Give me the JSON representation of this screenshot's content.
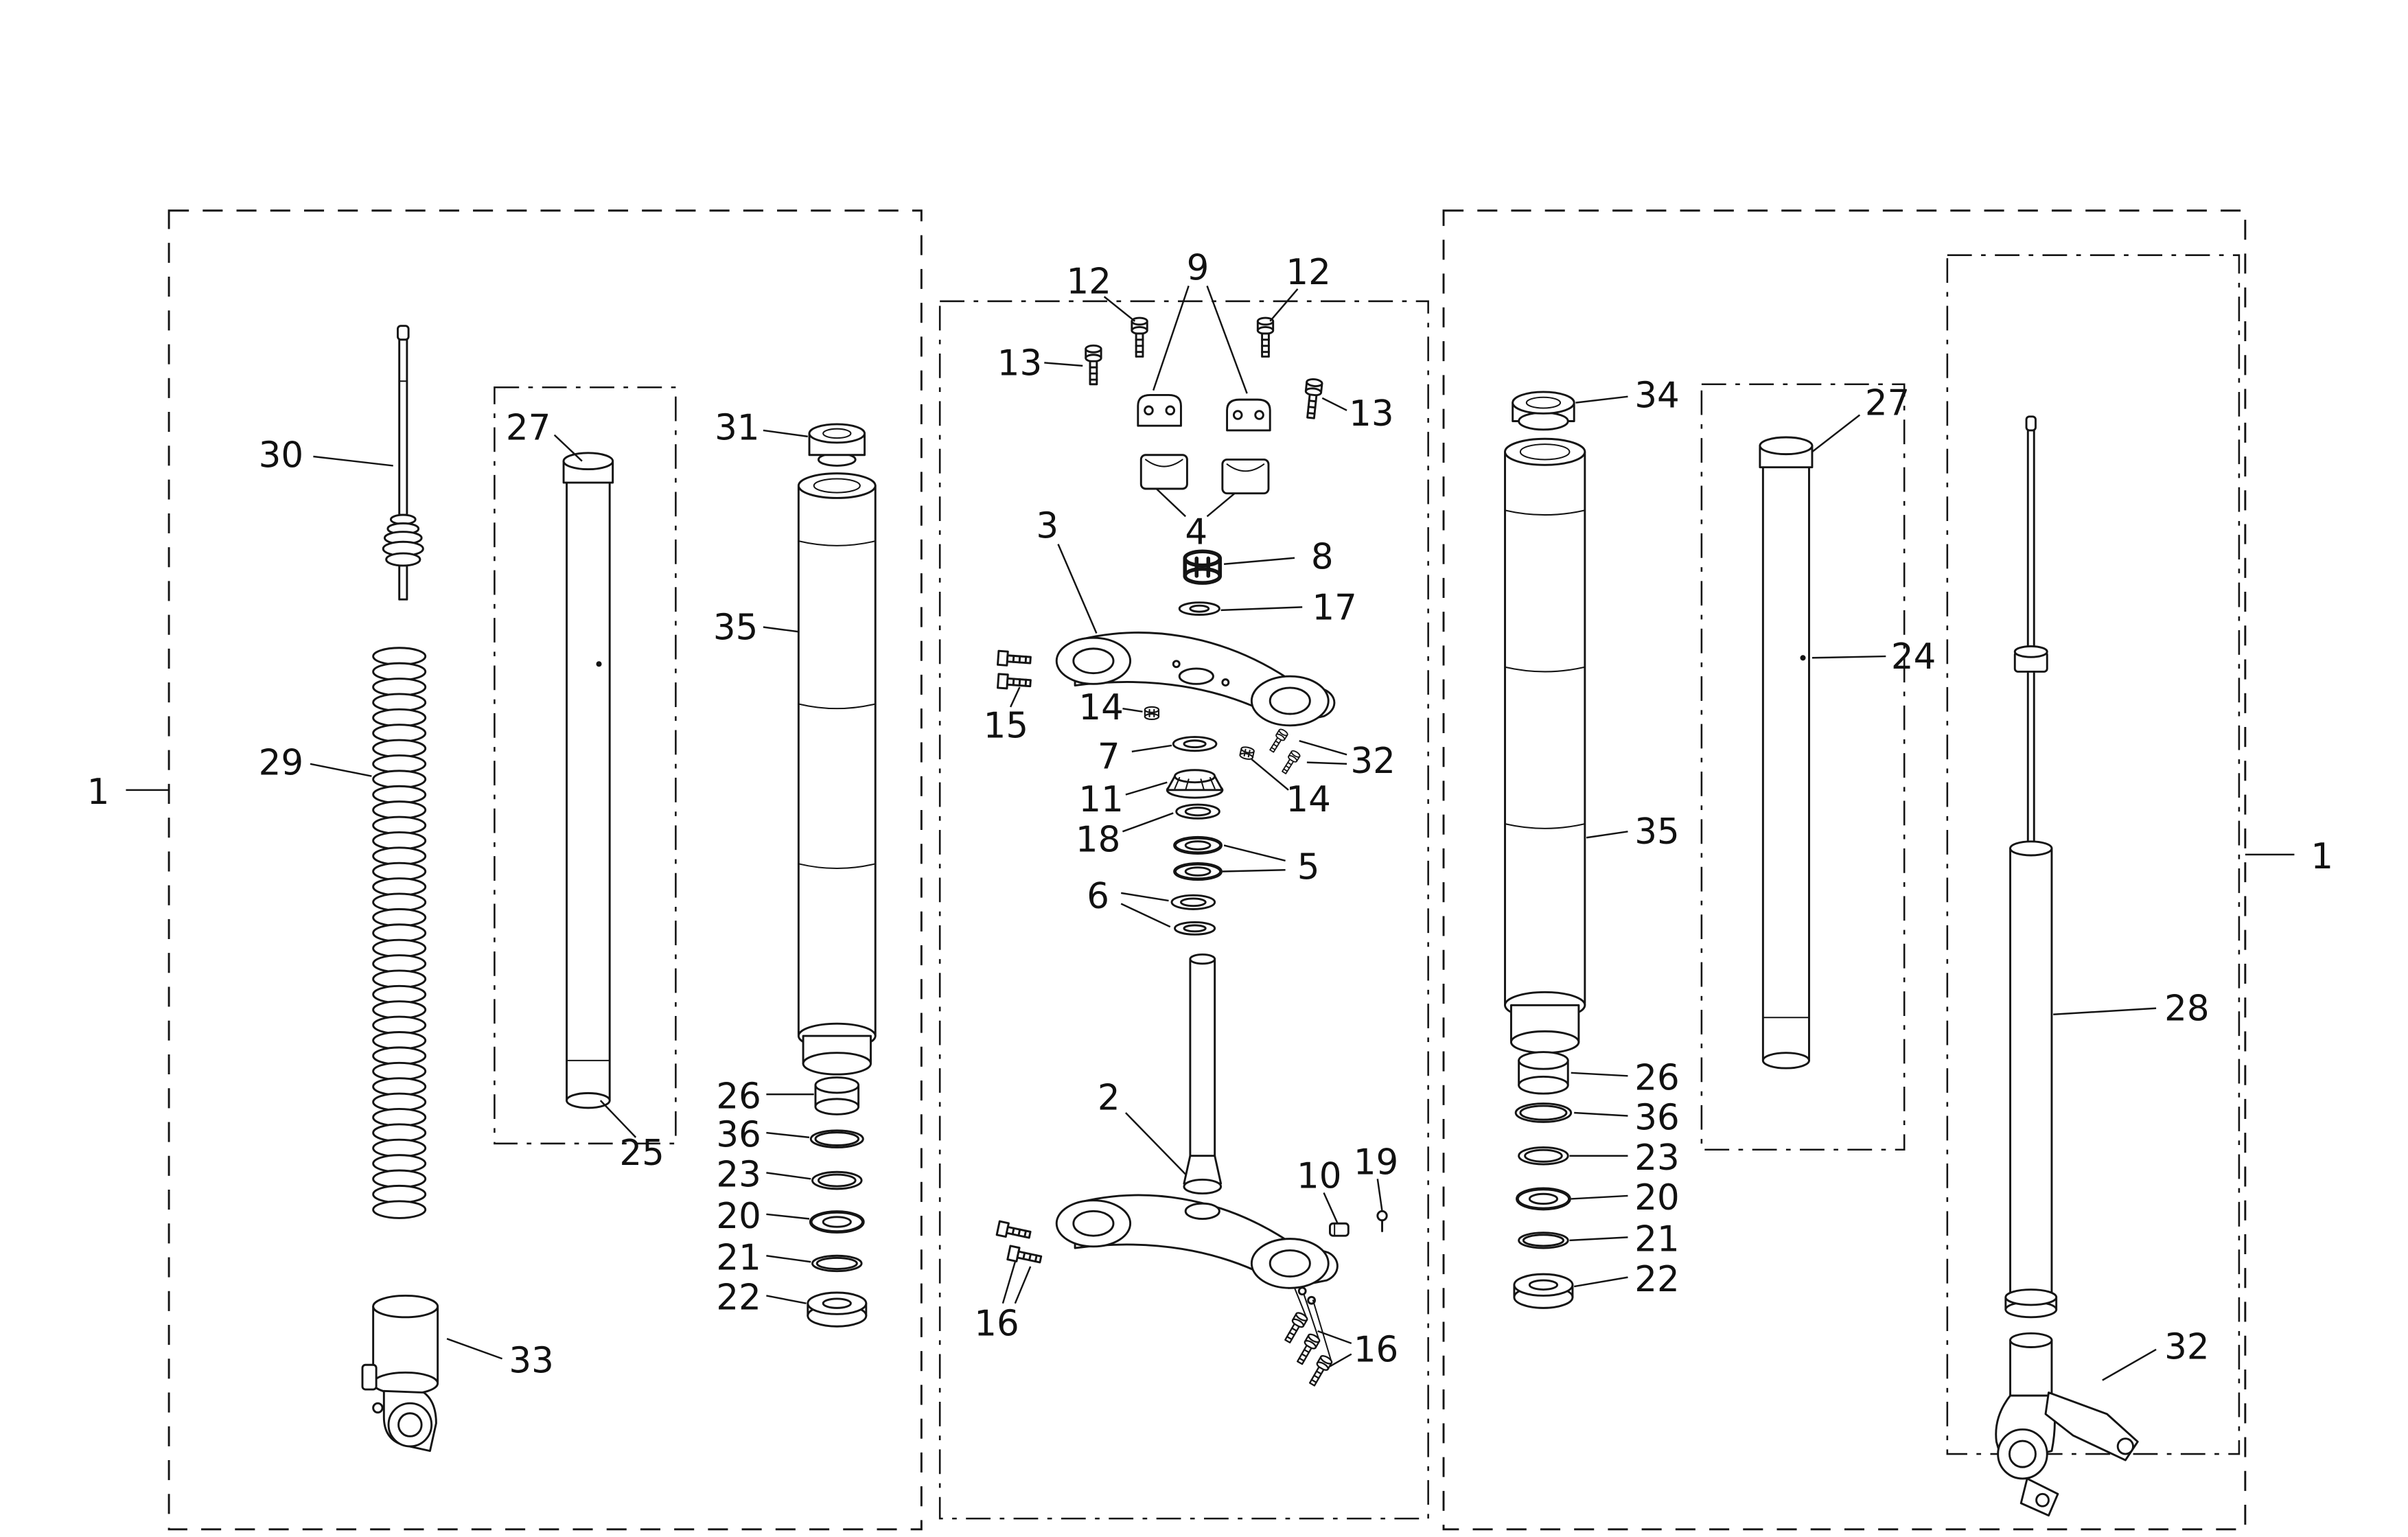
{
  "page": {
    "background_color": "#ffffff",
    "line_color": "#141414"
  },
  "diagram": {
    "type": "exploded-parts-diagram",
    "callouts": [
      {
        "id": "1-left",
        "label": "1"
      },
      {
        "id": "30",
        "label": "30"
      },
      {
        "id": "27-left",
        "label": "27"
      },
      {
        "id": "31",
        "label": "31"
      },
      {
        "id": "35-left",
        "label": "35"
      },
      {
        "id": "29",
        "label": "29"
      },
      {
        "id": "25",
        "label": "25"
      },
      {
        "id": "26-left",
        "label": "26"
      },
      {
        "id": "36-left",
        "label": "36"
      },
      {
        "id": "23-left",
        "label": "23"
      },
      {
        "id": "20-left",
        "label": "20"
      },
      {
        "id": "21-left",
        "label": "21"
      },
      {
        "id": "22-left",
        "label": "22"
      },
      {
        "id": "33",
        "label": "33"
      },
      {
        "id": "12-left",
        "label": "12"
      },
      {
        "id": "9",
        "label": "9"
      },
      {
        "id": "12-right",
        "label": "12"
      },
      {
        "id": "13-left",
        "label": "13"
      },
      {
        "id": "13-right",
        "label": "13"
      },
      {
        "id": "4",
        "label": "4"
      },
      {
        "id": "3",
        "label": "3"
      },
      {
        "id": "8",
        "label": "8"
      },
      {
        "id": "17",
        "label": "17"
      },
      {
        "id": "15",
        "label": "15"
      },
      {
        "id": "14-upper",
        "label": "14"
      },
      {
        "id": "7",
        "label": "7"
      },
      {
        "id": "32-center",
        "label": "32"
      },
      {
        "id": "11",
        "label": "11"
      },
      {
        "id": "14-lower",
        "label": "14"
      },
      {
        "id": "18",
        "label": "18"
      },
      {
        "id": "5",
        "label": "5"
      },
      {
        "id": "6",
        "label": "6"
      },
      {
        "id": "2",
        "label": "2"
      },
      {
        "id": "10",
        "label": "10"
      },
      {
        "id": "19",
        "label": "19"
      },
      {
        "id": "16-left",
        "label": "16"
      },
      {
        "id": "16-right",
        "label": "16"
      },
      {
        "id": "34",
        "label": "34"
      },
      {
        "id": "27-right",
        "label": "27"
      },
      {
        "id": "24",
        "label": "24"
      },
      {
        "id": "35-right",
        "label": "35"
      },
      {
        "id": "26-right",
        "label": "26"
      },
      {
        "id": "36-right",
        "label": "36"
      },
      {
        "id": "23-right",
        "label": "23"
      },
      {
        "id": "20-right",
        "label": "20"
      },
      {
        "id": "21-right",
        "label": "21"
      },
      {
        "id": "22-right",
        "label": "22"
      },
      {
        "id": "28",
        "label": "28"
      },
      {
        "id": "32-right",
        "label": "32"
      },
      {
        "id": "1-right",
        "label": "1"
      }
    ]
  }
}
